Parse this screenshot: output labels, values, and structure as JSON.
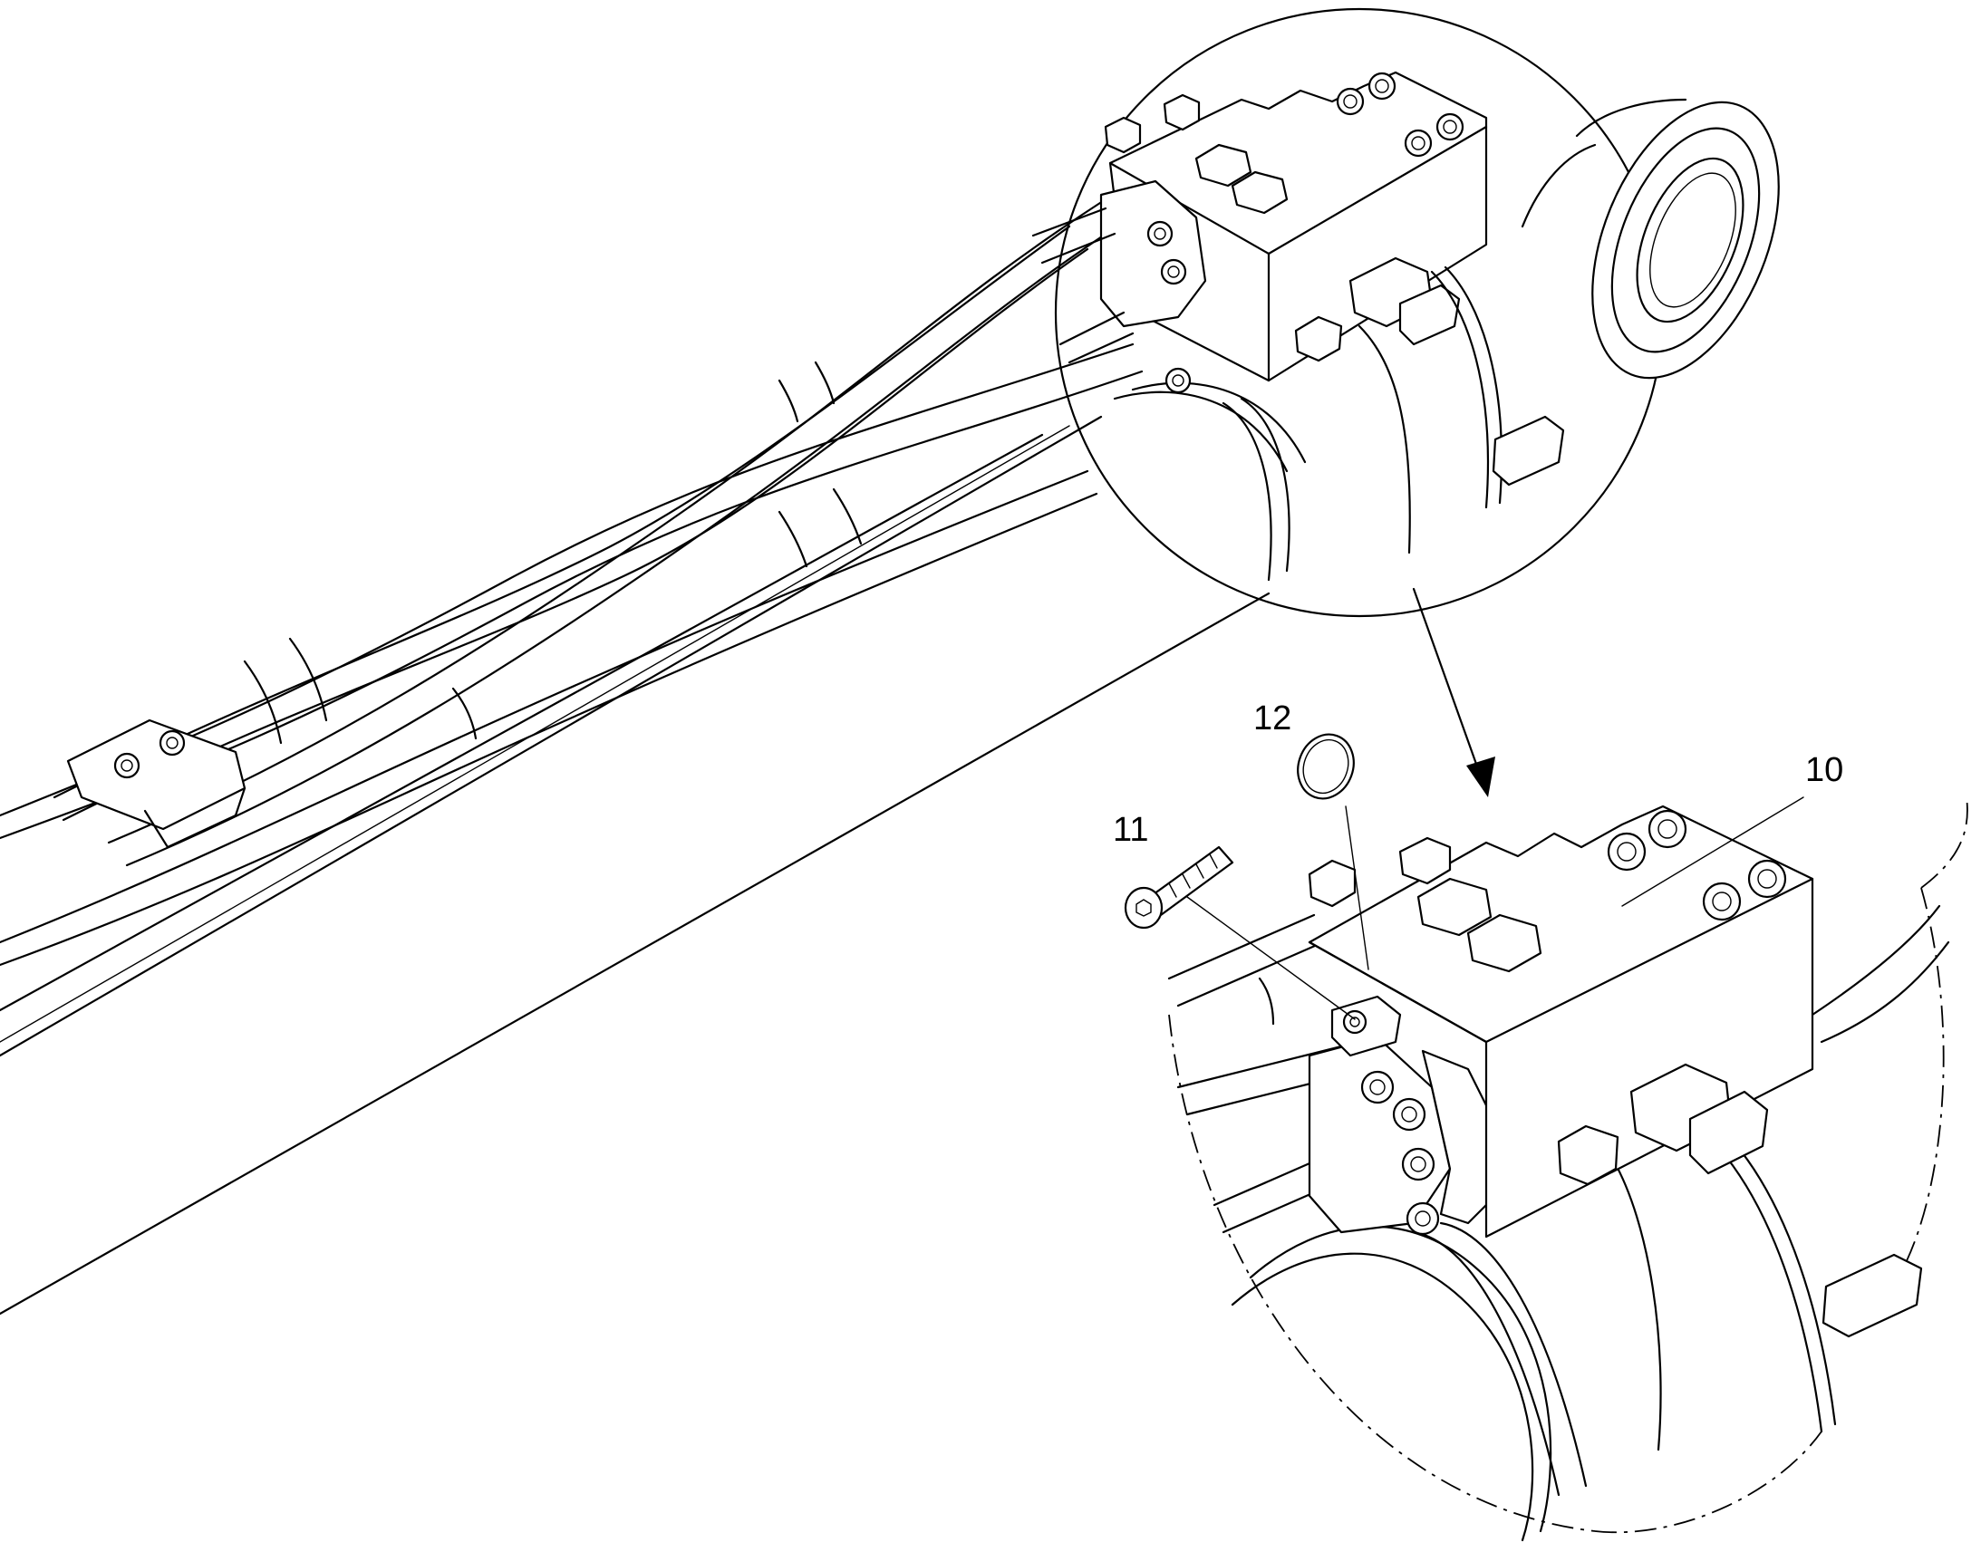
{
  "callouts": [
    {
      "id": "10",
      "label": "10"
    },
    {
      "id": "11",
      "label": "11"
    },
    {
      "id": "12",
      "label": "12"
    }
  ],
  "colors": {
    "line": "#000000",
    "background": "#ffffff"
  }
}
